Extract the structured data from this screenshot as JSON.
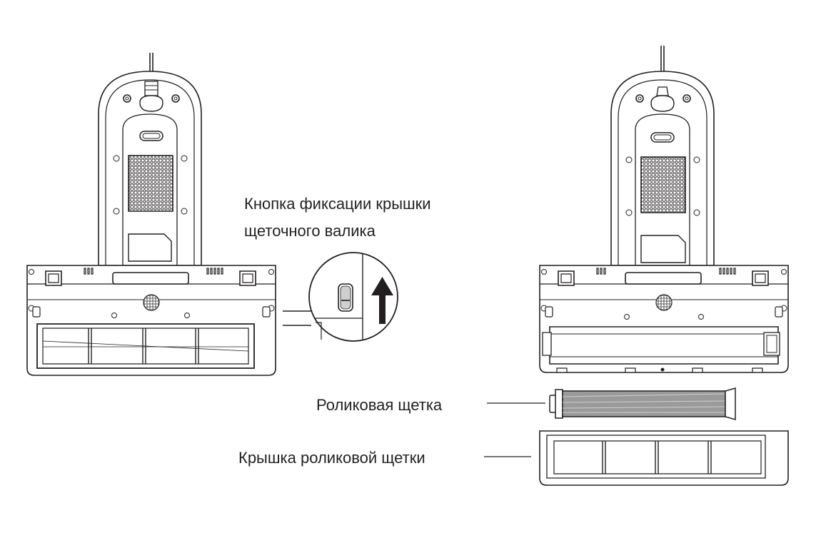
{
  "labels": {
    "lock_button_line1": "Кнопка фиксации крышки",
    "lock_button_line2": "щеточного валика",
    "roller_brush": "Роликовая щетка",
    "roller_cover": "Крышка роликовой щетки"
  },
  "colors": {
    "line": "#231f20",
    "fill": "#ffffff",
    "shade": "#9a9a9a",
    "dark": "#231f20"
  },
  "icons": {
    "arrow": "arrow-up-icon",
    "lock": "lock-slider-icon"
  }
}
